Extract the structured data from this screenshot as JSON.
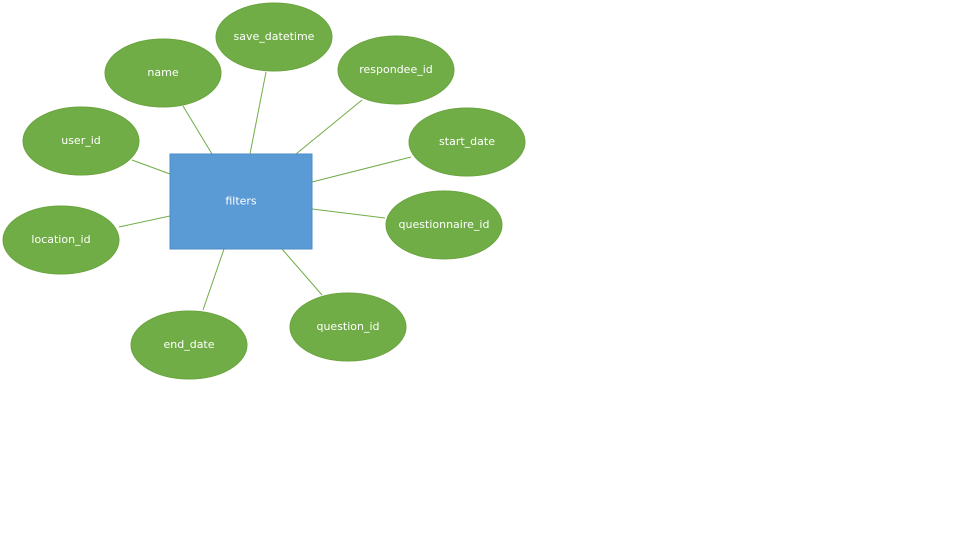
{
  "entity": {
    "label": "filters"
  },
  "attributes": [
    {
      "key": "name",
      "label": "name"
    },
    {
      "key": "save_datetime",
      "label": "save_datetime"
    },
    {
      "key": "respondee_id",
      "label": "respondee_id"
    },
    {
      "key": "user_id",
      "label": "user_id"
    },
    {
      "key": "start_date",
      "label": "start_date"
    },
    {
      "key": "location_id",
      "label": "location_id"
    },
    {
      "key": "questionnaire_id",
      "label": "questionnaire_id"
    },
    {
      "key": "question_id",
      "label": "question_id"
    },
    {
      "key": "end_date",
      "label": "end_date"
    }
  ],
  "colors": {
    "entity_fill": "#5b9bd5",
    "attribute_fill": "#70ad47",
    "connector": "#70ad47",
    "label_text": "#ffffff"
  }
}
